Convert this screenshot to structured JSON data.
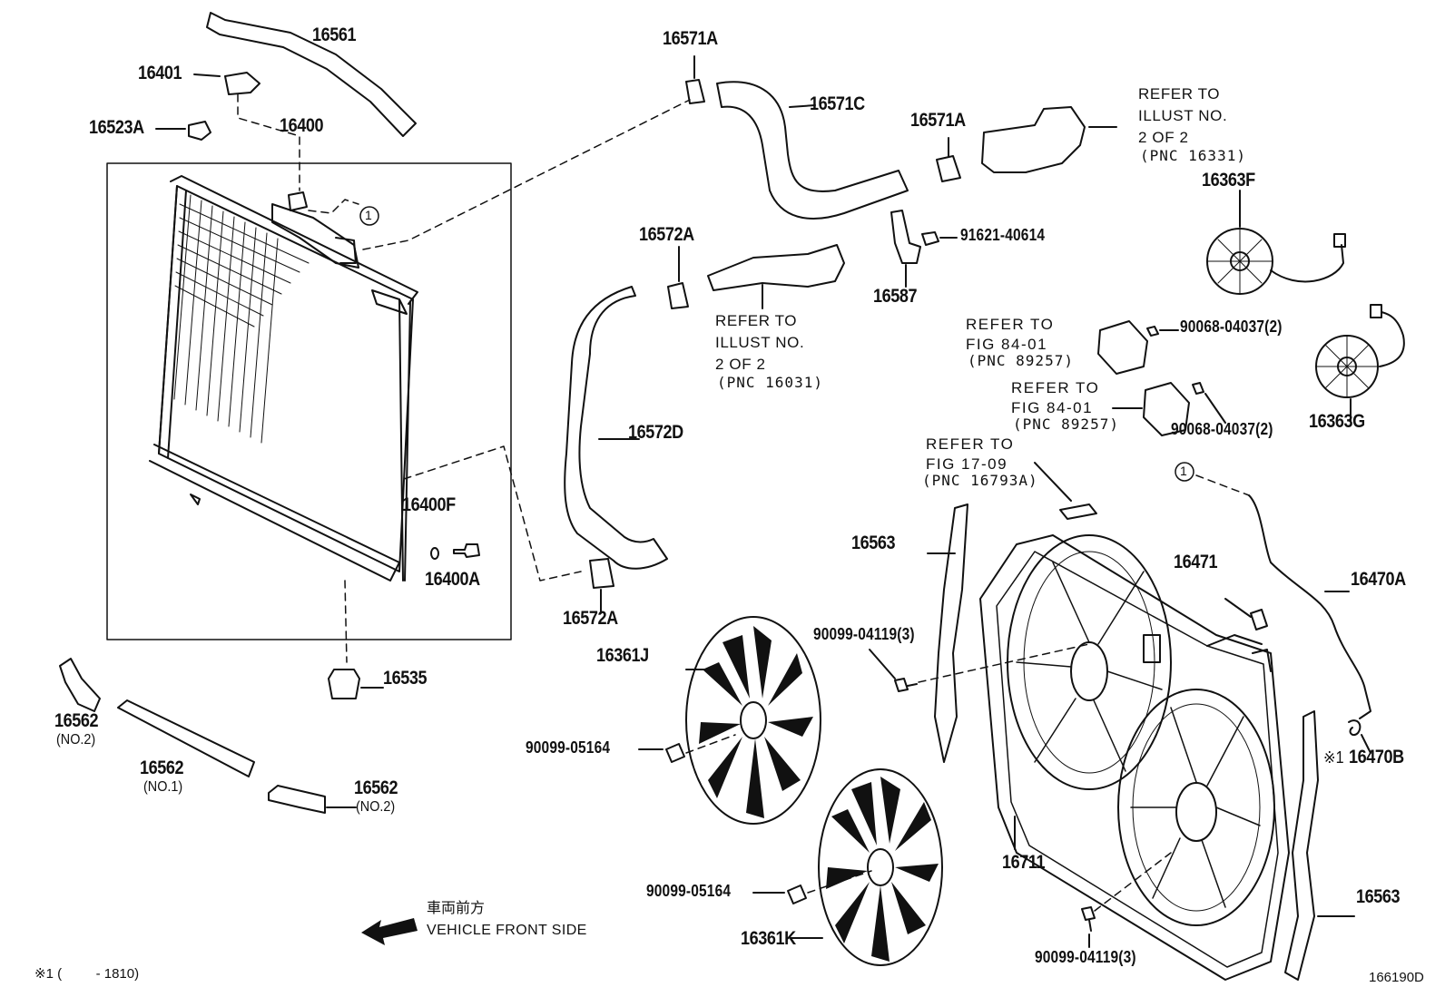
{
  "part_numbers": {
    "p16561": "16561",
    "p16401": "16401",
    "p16523A": "16523A",
    "p16400": "16400",
    "p16400F": "16400F",
    "p16400A": "16400A",
    "p16535": "16535",
    "p16562_left": "16562",
    "p16562_center": "16562",
    "p16562_right": "16562",
    "p16571A_top": "16571A",
    "p16571C": "16571C",
    "p16571A_mid": "16571A",
    "p16587": "16587",
    "p91621": "91621-40614",
    "p16572A_top": "16572A",
    "p16572D": "16572D",
    "p16572A_bottom": "16572A",
    "p16363F": "16363F",
    "p16363G": "16363G",
    "p90068_a": "90068-04037(2)",
    "p90068_b": "90068-04037(2)",
    "p16563_left": "16563",
    "p16563_right": "16563",
    "p16471": "16471",
    "p16470A": "16470A",
    "p16470B": "16470B",
    "p16361J": "16361J",
    "p16361K": "16361K",
    "p90099_05164_a": "90099-05164",
    "p90099_05164_b": "90099-05164",
    "p90099_04119_a": "90099-04119(3)",
    "p90099_04119_b": "90099-04119(3)",
    "p16711": "16711"
  },
  "sub_labels": {
    "no2_left": "(NO.2)",
    "no1": "(NO.1)",
    "no2_right": "(NO.2)"
  },
  "ref_notes": {
    "inlet_line1": "REFER TO",
    "inlet_line2": "ILLUST NO.",
    "inlet_line3": "2 OF 2",
    "inlet_line4": "(PNC 16331)",
    "outlet_line1": "REFER TO",
    "outlet_line2": "ILLUST NO.",
    "outlet_line3": "2 OF 2",
    "outlet_line4": "(PNC 16031)",
    "fig84a_line1": "REFER TO",
    "fig84a_line2": "FIG 84-01",
    "fig84a_line3": "(PNC 89257)",
    "fig84b_line1": "REFER TO",
    "fig84b_line2": "FIG 84-01",
    "fig84b_line3": "(PNC 89257)",
    "fig17_line1": "REFER TO",
    "fig17_line2": "FIG 17-09",
    "fig17_line3": "(PNC 16793A)"
  },
  "circle_refs": {
    "a": "1",
    "b": "1"
  },
  "footnote_mark": "※1",
  "vehicle_front": {
    "japanese": "車両前方",
    "english": "VEHICLE FRONT SIDE"
  },
  "footer": {
    "range_note": "※1 (         - 1810)",
    "figure_id": "166190D"
  }
}
